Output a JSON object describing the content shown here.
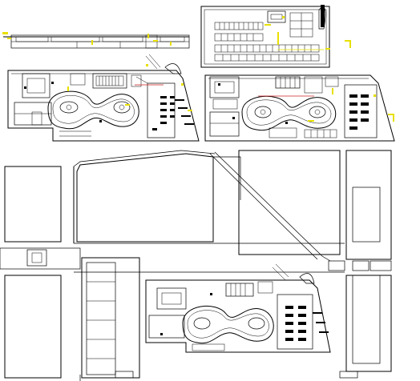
{
  "drawing": {
    "type": "architectural site and floor plans",
    "colors": {
      "background": "#ffffff",
      "linework": "#000000",
      "accent_yellow": "#e8e000",
      "accent_red": "#cc2222"
    },
    "sheets": [
      {
        "id": "elevation-strip",
        "icon": "building-elevation"
      },
      {
        "id": "parking-level-plan",
        "icon": "parking-plan"
      },
      {
        "id": "ground-floor-plan",
        "icon": "floor-plan"
      },
      {
        "id": "first-floor-plan",
        "icon": "floor-plan"
      },
      {
        "id": "site-plan",
        "icon": "site-plan"
      }
    ]
  }
}
